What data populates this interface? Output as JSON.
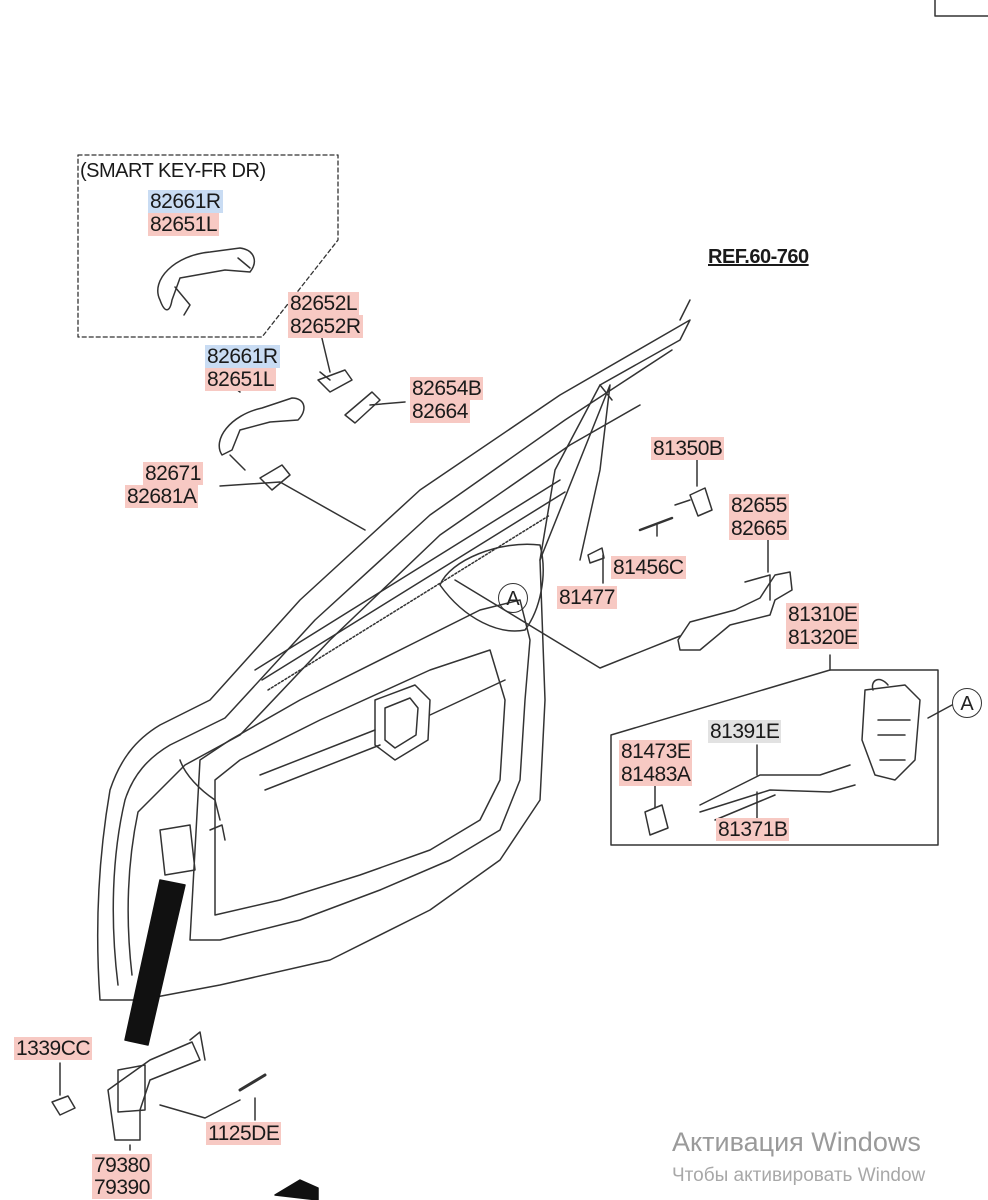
{
  "smart_key_box": {
    "title": "(SMART KEY-FR DR)"
  },
  "ref": "REF.60-760",
  "labels": {
    "p82661R_top": "82661R",
    "p82651L_top": "82651L",
    "p82652L": "82652L",
    "p82652R": "82652R",
    "p82661R": "82661R",
    "p82651L": "82651L",
    "p82654B": "82654B",
    "p82664": "82664",
    "p82671": "82671",
    "p82681A": "82681A",
    "p81350B": "81350B",
    "p82655": "82655",
    "p82665": "82665",
    "p81456C": "81456C",
    "p81477": "81477",
    "p81310E": "81310E",
    "p81320E": "81320E",
    "p81391E": "81391E",
    "p81473E": "81473E",
    "p81483A": "81483A",
    "p81371B": "81371B",
    "p1339CC": "1339CC",
    "p1125DE": "1125DE",
    "p79380": "79380",
    "p79390": "79390"
  },
  "detail_marker": "A",
  "watermark": {
    "line1": "Активация Windows",
    "line2": "Чтобы активировать Window"
  },
  "colors": {
    "label_pink": "#f7c9c3",
    "label_blue": "#c9dcf3",
    "label_grey": "#e2e2e2",
    "line": "#333333"
  }
}
